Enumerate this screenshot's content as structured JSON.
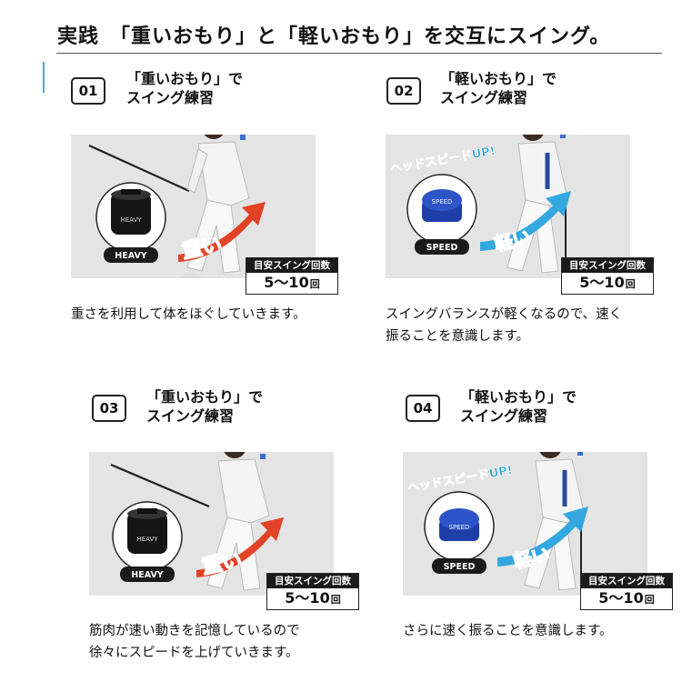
{
  "page": {
    "title": "実践　「重いおもり」と「軽いおもり」を交互にスイング。"
  },
  "badge_header": "目安スイング回数",
  "badge_unit": "回",
  "sections": [
    {
      "num": "01",
      "title_line1": "「重いおもり」で",
      "title_line2": "スイング練習",
      "weight_label": "HEAVY",
      "weight_tag": "HEAVY",
      "arrow_text": "重い",
      "count": "5〜10",
      "desc_line1": "重さを利用して体をほぐしていきます。",
      "desc_line2": ""
    },
    {
      "num": "02",
      "title_line1": "「軽いおもり」で",
      "title_line2": "スイング練習",
      "speed_caption": "ヘッドスピードUP!",
      "weight_label": "SPEED",
      "weight_tag": "SPEED",
      "arrow_text": "軽い",
      "count": "5〜10",
      "desc_line1": "スイングバランスが軽くなるので、速く",
      "desc_line2": "振ることを意識します。"
    },
    {
      "num": "03",
      "title_line1": "「重いおもり」で",
      "title_line2": "スイング練習",
      "weight_label": "HEAVY",
      "weight_tag": "HEAVY",
      "arrow_text": "重い",
      "count": "5〜10",
      "desc_line1": "筋肉が速い動きを記憶しているので",
      "desc_line2": "徐々にスピードを上げていきます。"
    },
    {
      "num": "04",
      "title_line1": "「軽いおもり」で",
      "title_line2": "スイング練習",
      "speed_caption": "ヘッドスピードUP!",
      "weight_label": "SPEED",
      "weight_tag": "SPEED",
      "arrow_text": "軽い",
      "count": "5〜10",
      "desc_line1": "さらに速く振ることを意識します。",
      "desc_line2": ""
    }
  ],
  "colors": {
    "heavy_arrow": "#e23a1c",
    "light_arrow": "#2aa3de",
    "speed_weight": "#2347b8",
    "heavy_weight": "#151515",
    "photo_bg": "#e4e4e4"
  }
}
